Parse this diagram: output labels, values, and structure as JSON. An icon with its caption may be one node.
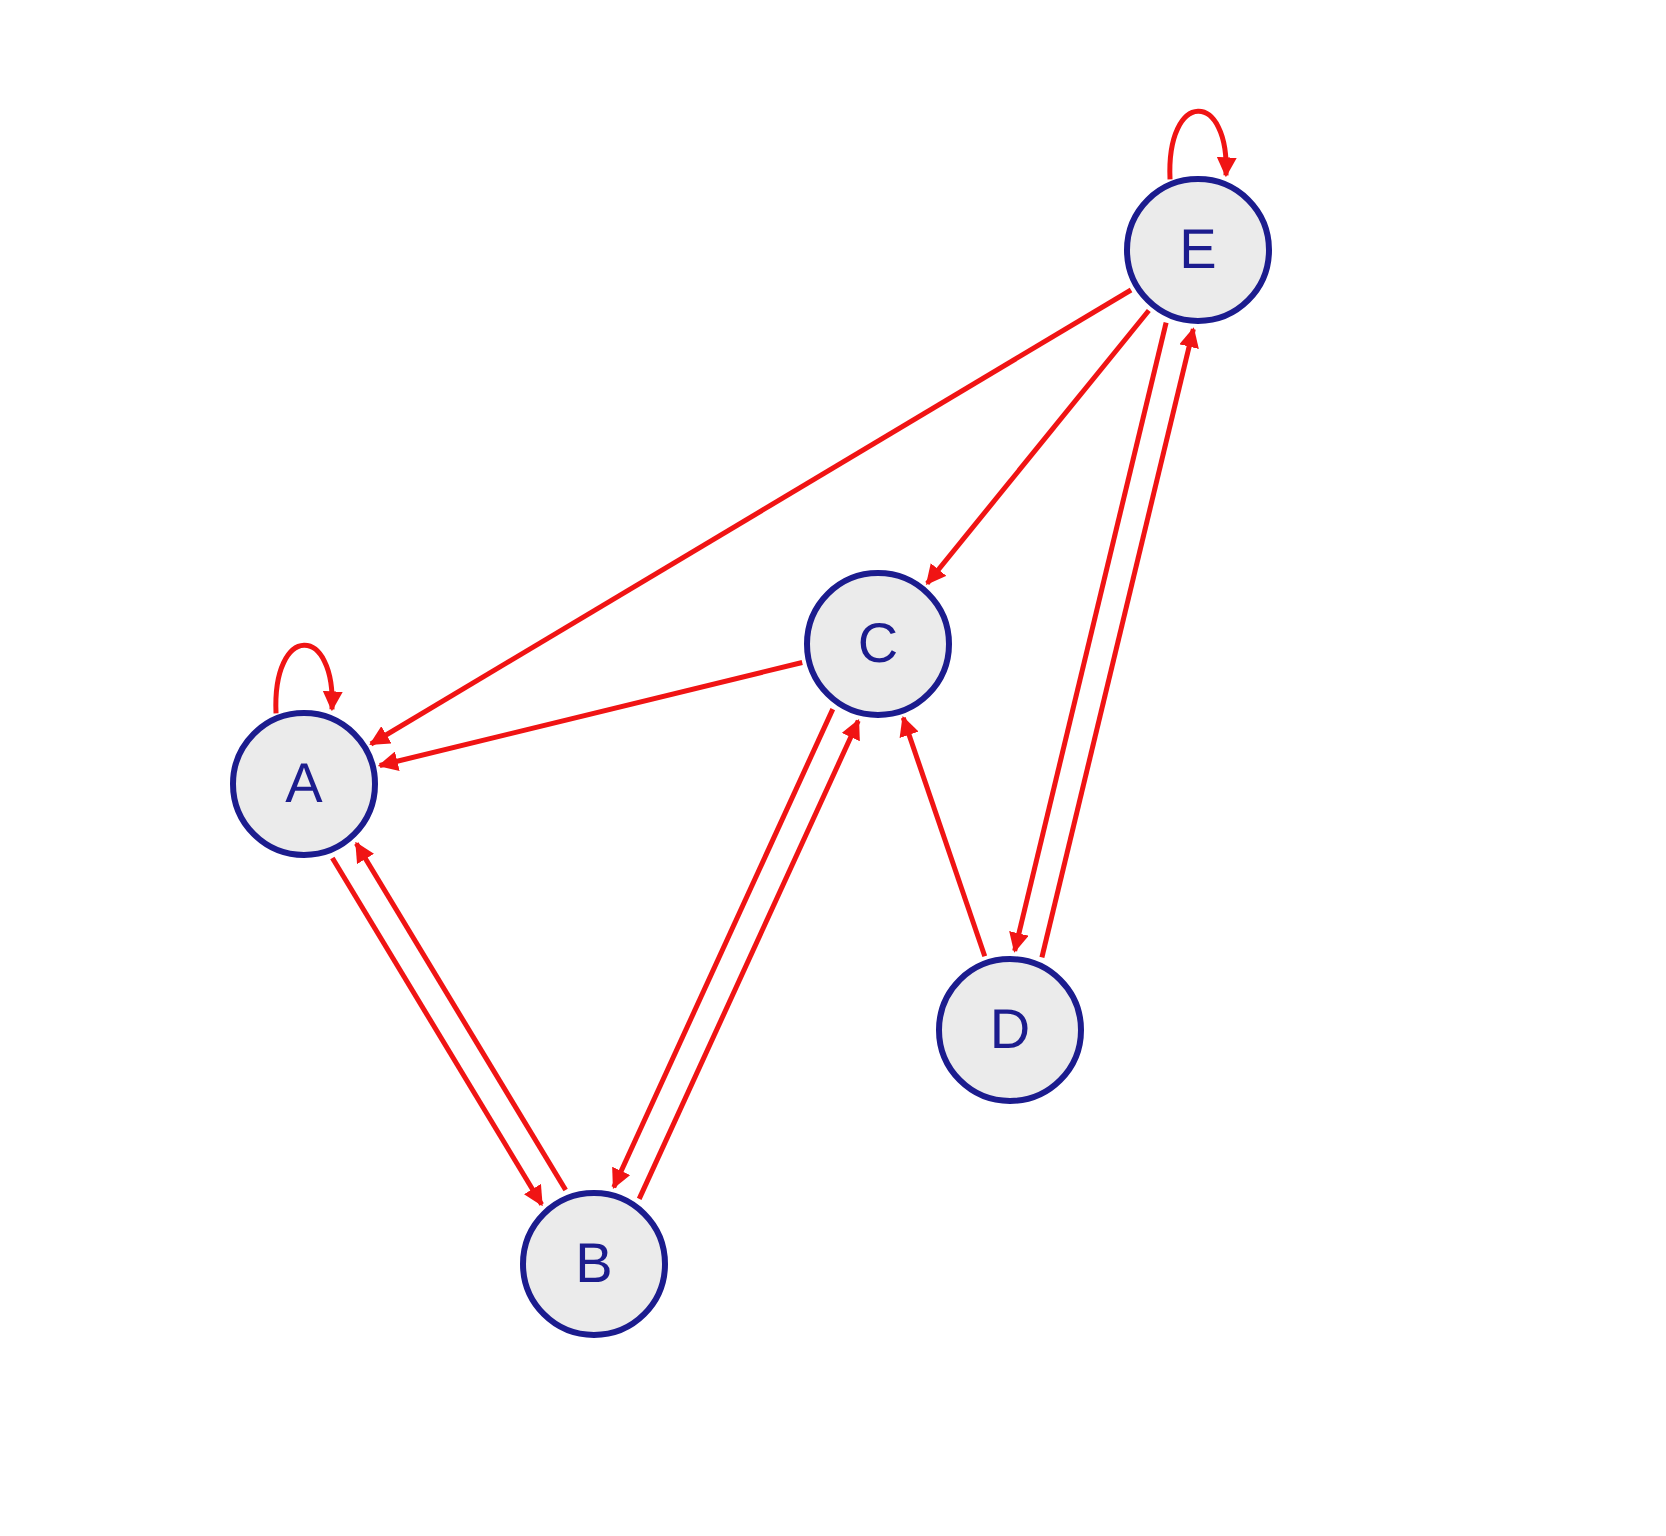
{
  "diagram": {
    "nodes": [
      {
        "text": [
          "A"
        ]
      },
      {
        "text": [
          "B"
        ]
      },
      {
        "text": [
          "C"
        ]
      },
      {
        "text": [
          "D"
        ]
      },
      {
        "text": [
          "E"
        ]
      }
    ],
    "edges": [
      {
        "from": 0,
        "to": 0,
        "arrow": "to"
      },
      {
        "from": 4,
        "to": 4,
        "arrow": "to"
      },
      {
        "from": 4,
        "to": 0,
        "arrow": "to"
      },
      {
        "from": 4,
        "to": 2,
        "arrow": "to"
      },
      {
        "from": 4,
        "to": 3,
        "arrow": "to"
      },
      {
        "from": 3,
        "to": 4,
        "arrow": "to"
      },
      {
        "from": 2,
        "to": 0,
        "arrow": "to"
      },
      {
        "from": 0,
        "to": 1,
        "arrow": "to"
      },
      {
        "from": 1,
        "to": 0,
        "arrow": "to"
      },
      {
        "from": 2,
        "to": 1,
        "arrow": "to"
      },
      {
        "from": 1,
        "to": 2,
        "arrow": "to"
      },
      {
        "from": 3,
        "to": 2,
        "arrow": "to"
      }
    ]
  }
}
